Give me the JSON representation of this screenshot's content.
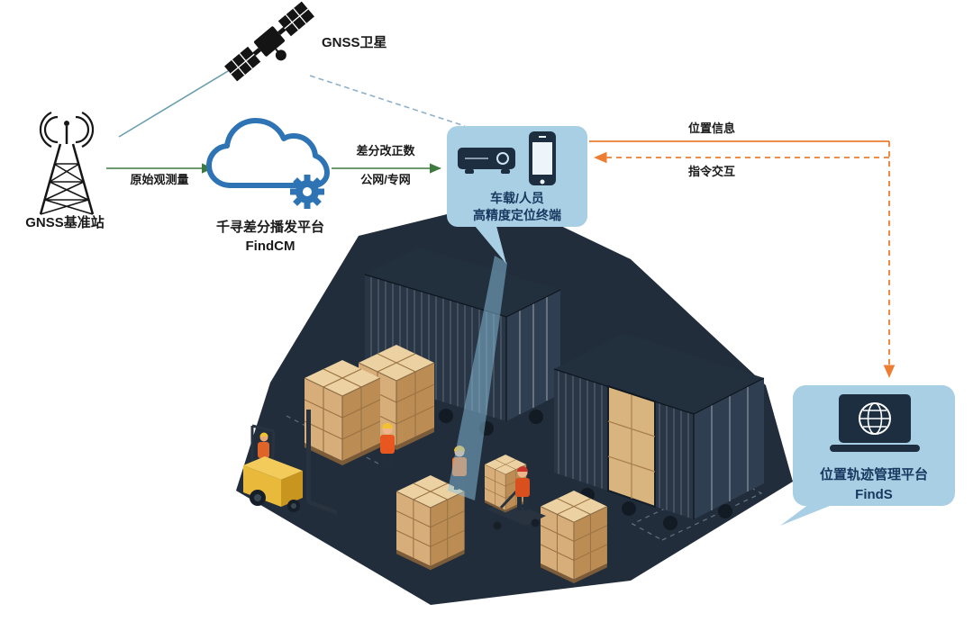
{
  "colors": {
    "bubble_blue": "#a9cfe5",
    "navy_text": "#17375e",
    "green_arrow": "#3d7a3d",
    "orange_arrow": "#ed7d31",
    "cloud_blue": "#2e74b5",
    "teal_line": "#6b9fae",
    "floor_navy": "#212d3b"
  },
  "nodes": {
    "satellite": {
      "label": "GNSS卫星"
    },
    "base_station": {
      "label": "GNSS基准站"
    },
    "cloud_platform": {
      "name": "千寻差分播发平台",
      "product": "FindCM"
    },
    "terminal": {
      "line1": "车载/人员",
      "line2": "高精度定位终端"
    },
    "management_platform": {
      "name": "位置轨迹管理平台",
      "product": "FindS"
    }
  },
  "edges": {
    "base_to_cloud": {
      "label": "原始观测量"
    },
    "cloud_to_terminal": {
      "label_top": "差分改正数",
      "label_bottom": "公网/专网"
    },
    "terminal_to_platform": {
      "label": "位置信息"
    },
    "platform_to_terminal": {
      "label": "指令交互"
    }
  }
}
